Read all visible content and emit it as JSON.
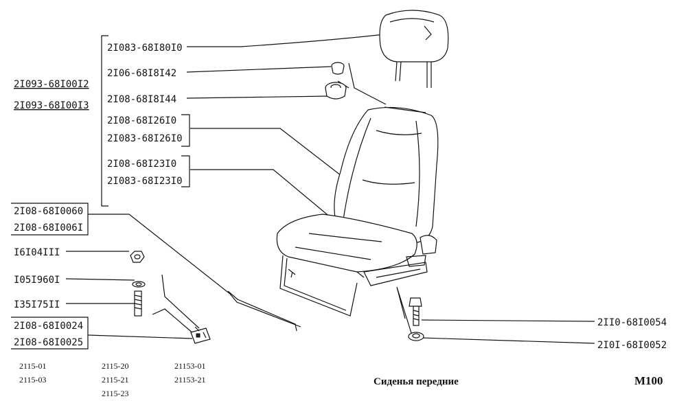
{
  "groups": {
    "group_a": "2I093-68I00I2",
    "group_b": "2I093-68I00I3"
  },
  "parts": {
    "headrest": "2I083-68I80I0",
    "bushing_a": "2I06-68I8I42",
    "bushing_b": "2I08-68I8I44",
    "backrest_1": "2I08-68I26I0",
    "backrest_2": "2I083-68I26I0",
    "cushion_1": "2I08-68I23I0",
    "cushion_2": "2I083-68I23I0",
    "rod_1": "2I08-68I0060",
    "rod_2": "2I08-68I006I",
    "nut": "I6I04III",
    "washer": "I05I960I",
    "bolt": "I35I75II",
    "bracket_1": "2I08-68I0024",
    "bracket_2": "2I08-68I0025",
    "rear_bolt": "2II0-68I0054",
    "rear_bushing": "2I0I-68I0052"
  },
  "models": {
    "col1": [
      "2115-01",
      "2115-03"
    ],
    "col2": [
      "2115-20",
      "2115-21",
      "2115-23"
    ],
    "col3": [
      "21153-01",
      "21153-21"
    ]
  },
  "title": "Сиденья передние",
  "page_code": "M100"
}
